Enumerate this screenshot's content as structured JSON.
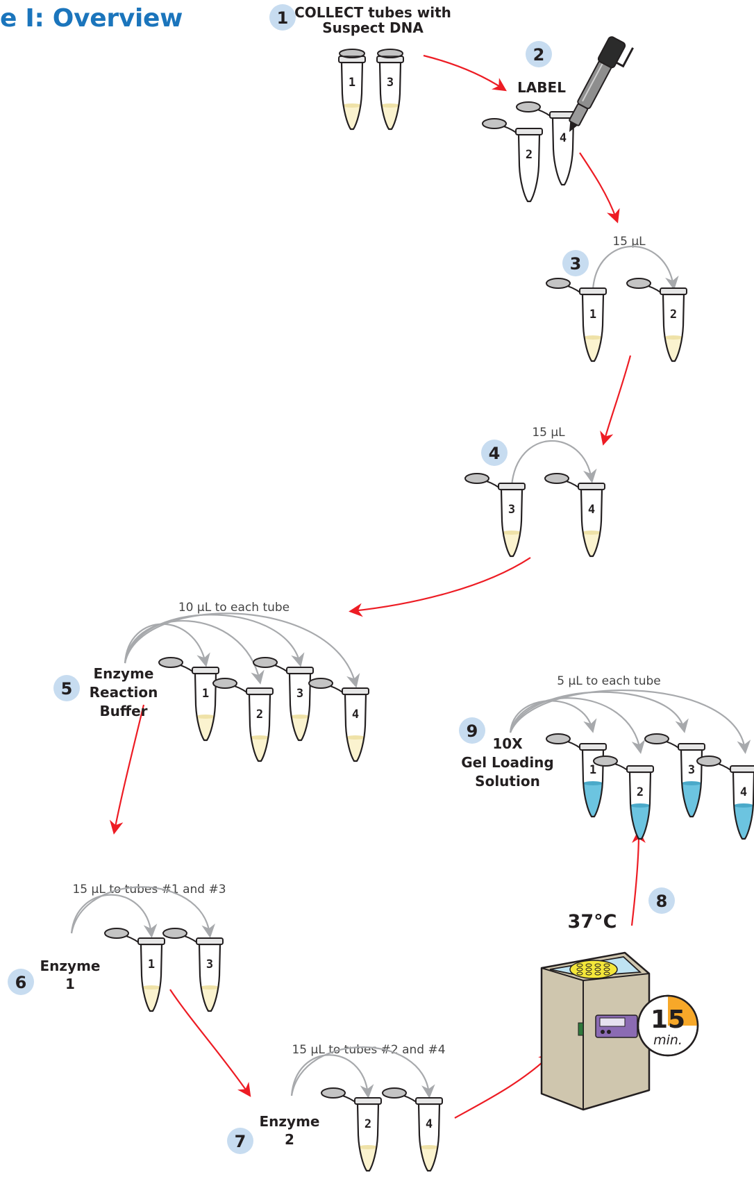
{
  "title": "e I: Overview",
  "colors": {
    "title": "#1b75bc",
    "flow_arrow": "#ed1c24",
    "transfer_arrow": "#a7a9ac",
    "badge": "#c7dcf0",
    "liquid_yellow": "#fbf3cf",
    "liquid_blue": "#6cc4e0",
    "timer": "#f7a829",
    "bath": "#cfc6ae"
  },
  "steps": [
    {
      "number": "1",
      "label_lines": [
        "COLLECT tubes with",
        "Suspect DNA"
      ],
      "tubes": [
        "1",
        "3"
      ]
    },
    {
      "number": "2",
      "label_lines": [
        "LABEL"
      ],
      "tubes": [
        "2",
        "4"
      ]
    },
    {
      "number": "3",
      "amount": "15 µL",
      "tubes": [
        "1",
        "2"
      ]
    },
    {
      "number": "4",
      "amount": "15 µL",
      "tubes": [
        "3",
        "4"
      ]
    },
    {
      "number": "5",
      "label_lines": [
        "Enzyme",
        "Reaction",
        "Buffer"
      ],
      "amount": "10 µL to each tube",
      "tubes": [
        "1",
        "2",
        "3",
        "4"
      ]
    },
    {
      "number": "6",
      "label_lines": [
        "Enzyme",
        "1"
      ],
      "amount": "15 µL to tubes #1 and #3",
      "tubes": [
        "1",
        "3"
      ]
    },
    {
      "number": "7",
      "label_lines": [
        "Enzyme",
        "2"
      ],
      "amount": "15 µL to tubes #2 and #4",
      "tubes": [
        "2",
        "4"
      ]
    },
    {
      "number": "8",
      "temperature": "37°C",
      "timer_value": "15",
      "timer_unit": "min."
    },
    {
      "number": "9",
      "label_lines": [
        "10X",
        "Gel Loading",
        "Solution"
      ],
      "amount": "5 µL to each tube",
      "tubes": [
        "1",
        "2",
        "3",
        "4"
      ]
    }
  ]
}
